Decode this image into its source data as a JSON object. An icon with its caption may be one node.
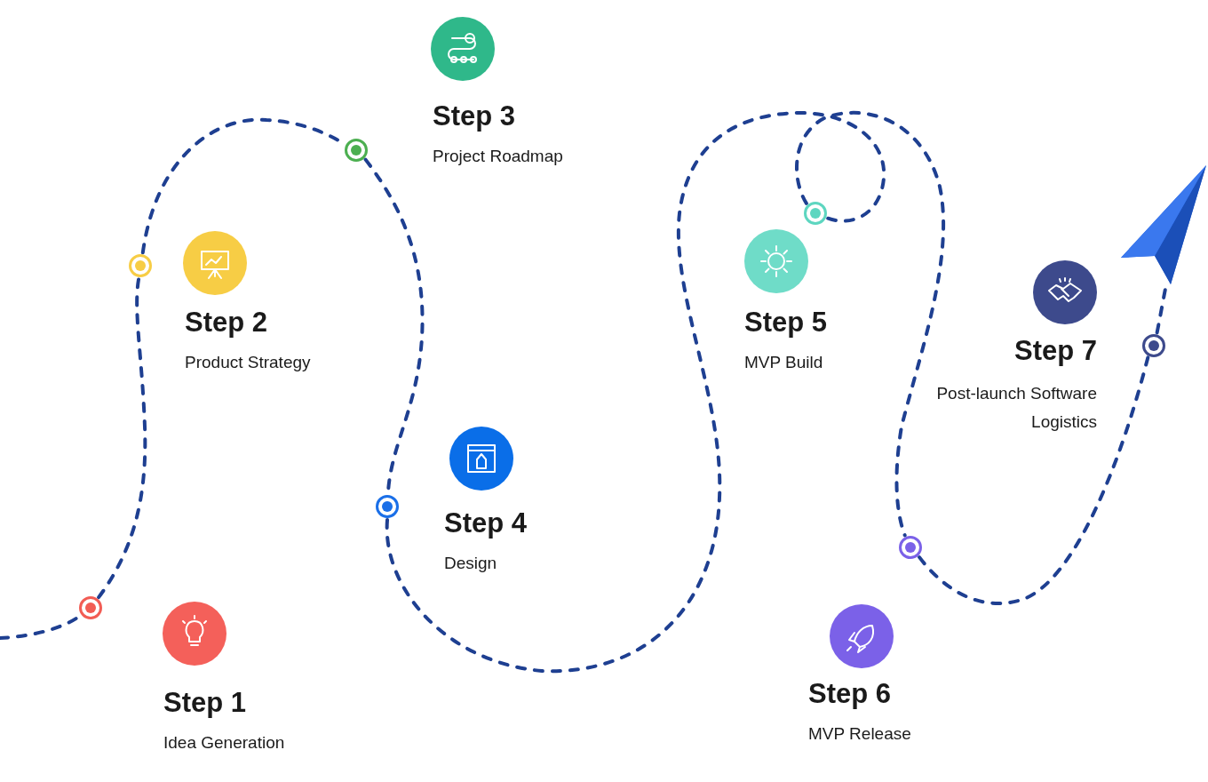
{
  "diagram": {
    "nodes": [
      {
        "text": [],
        "shape": "circle",
        "beside": [
          "Step 1",
          "Idea Generation"
        ]
      },
      {
        "text": [],
        "shape": "circle",
        "beside": [
          "Step 2",
          "Product Strategy"
        ]
      },
      {
        "text": [],
        "shape": "circle",
        "beside": [
          "Step 3",
          "Project Roadmap"
        ]
      },
      {
        "text": [],
        "shape": "circle",
        "beside": [
          "Step 4",
          "Design"
        ]
      },
      {
        "text": [],
        "shape": "circle",
        "beside": [
          "Step 5",
          "MVP Build"
        ]
      },
      {
        "text": [],
        "shape": "circle",
        "beside": [
          "Step 6",
          "MVP Release"
        ]
      },
      {
        "text": [],
        "shape": "circle",
        "beside": [
          "Step 7",
          "Post-launch Software Logistics"
        ]
      },
      {
        "text": [],
        "shape": "picture"
      }
    ],
    "edges": [
      {
        "from": null,
        "to": 0,
        "arrow": "none"
      },
      {
        "from": 0,
        "to": 1,
        "arrow": "none"
      },
      {
        "from": 1,
        "to": 2,
        "arrow": "none"
      },
      {
        "from": 2,
        "to": 3,
        "arrow": "none"
      },
      {
        "from": 3,
        "to": 4,
        "arrow": "none"
      },
      {
        "from": 4,
        "to": 5,
        "arrow": "none"
      },
      {
        "from": 5,
        "to": 6,
        "arrow": "none"
      },
      {
        "from": 6,
        "to": 7,
        "arrow": "none"
      }
    ]
  }
}
